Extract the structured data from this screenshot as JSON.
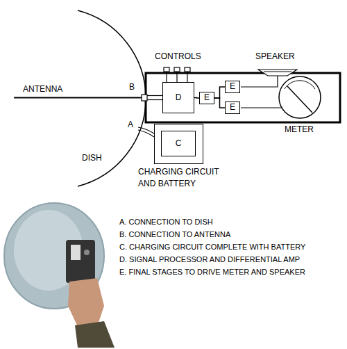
{
  "diagram": {
    "nodes": [
      {
        "text": [
          "D"
        ]
      },
      {
        "text": [
          "E"
        ]
      },
      {
        "text": [
          "E"
        ]
      },
      {
        "text": [
          "E"
        ]
      },
      {
        "text": [
          "CHARGING CIRCUIT AND BATTERY"
        ]
      },
      {
        "text": [
          "C"
        ],
        "in": 4
      }
    ],
    "edges": [
      {
        "from": 0,
        "to": 1,
        "arrow": "none"
      },
      {
        "from": 1,
        "to": 2,
        "arrow": "none"
      },
      {
        "from": 1,
        "to": 3,
        "arrow": "none"
      }
    ],
    "labels": [
      "ANTENNA",
      "B",
      "A",
      "DISH",
      "CONTROLS",
      "SPEAKER",
      "METER",
      "A. CONNECTION TO DISH",
      "B. CONNECTION TO ANTENNA",
      "C. CHARGING CIRCUIT COMPLETE WITH BATTERY",
      "D. SIGNAL PROCESSOR AND DIFFERENTIAL AMP",
      "E. FINAL STAGES TO DRIVE METER AND SPEAKER"
    ]
  }
}
